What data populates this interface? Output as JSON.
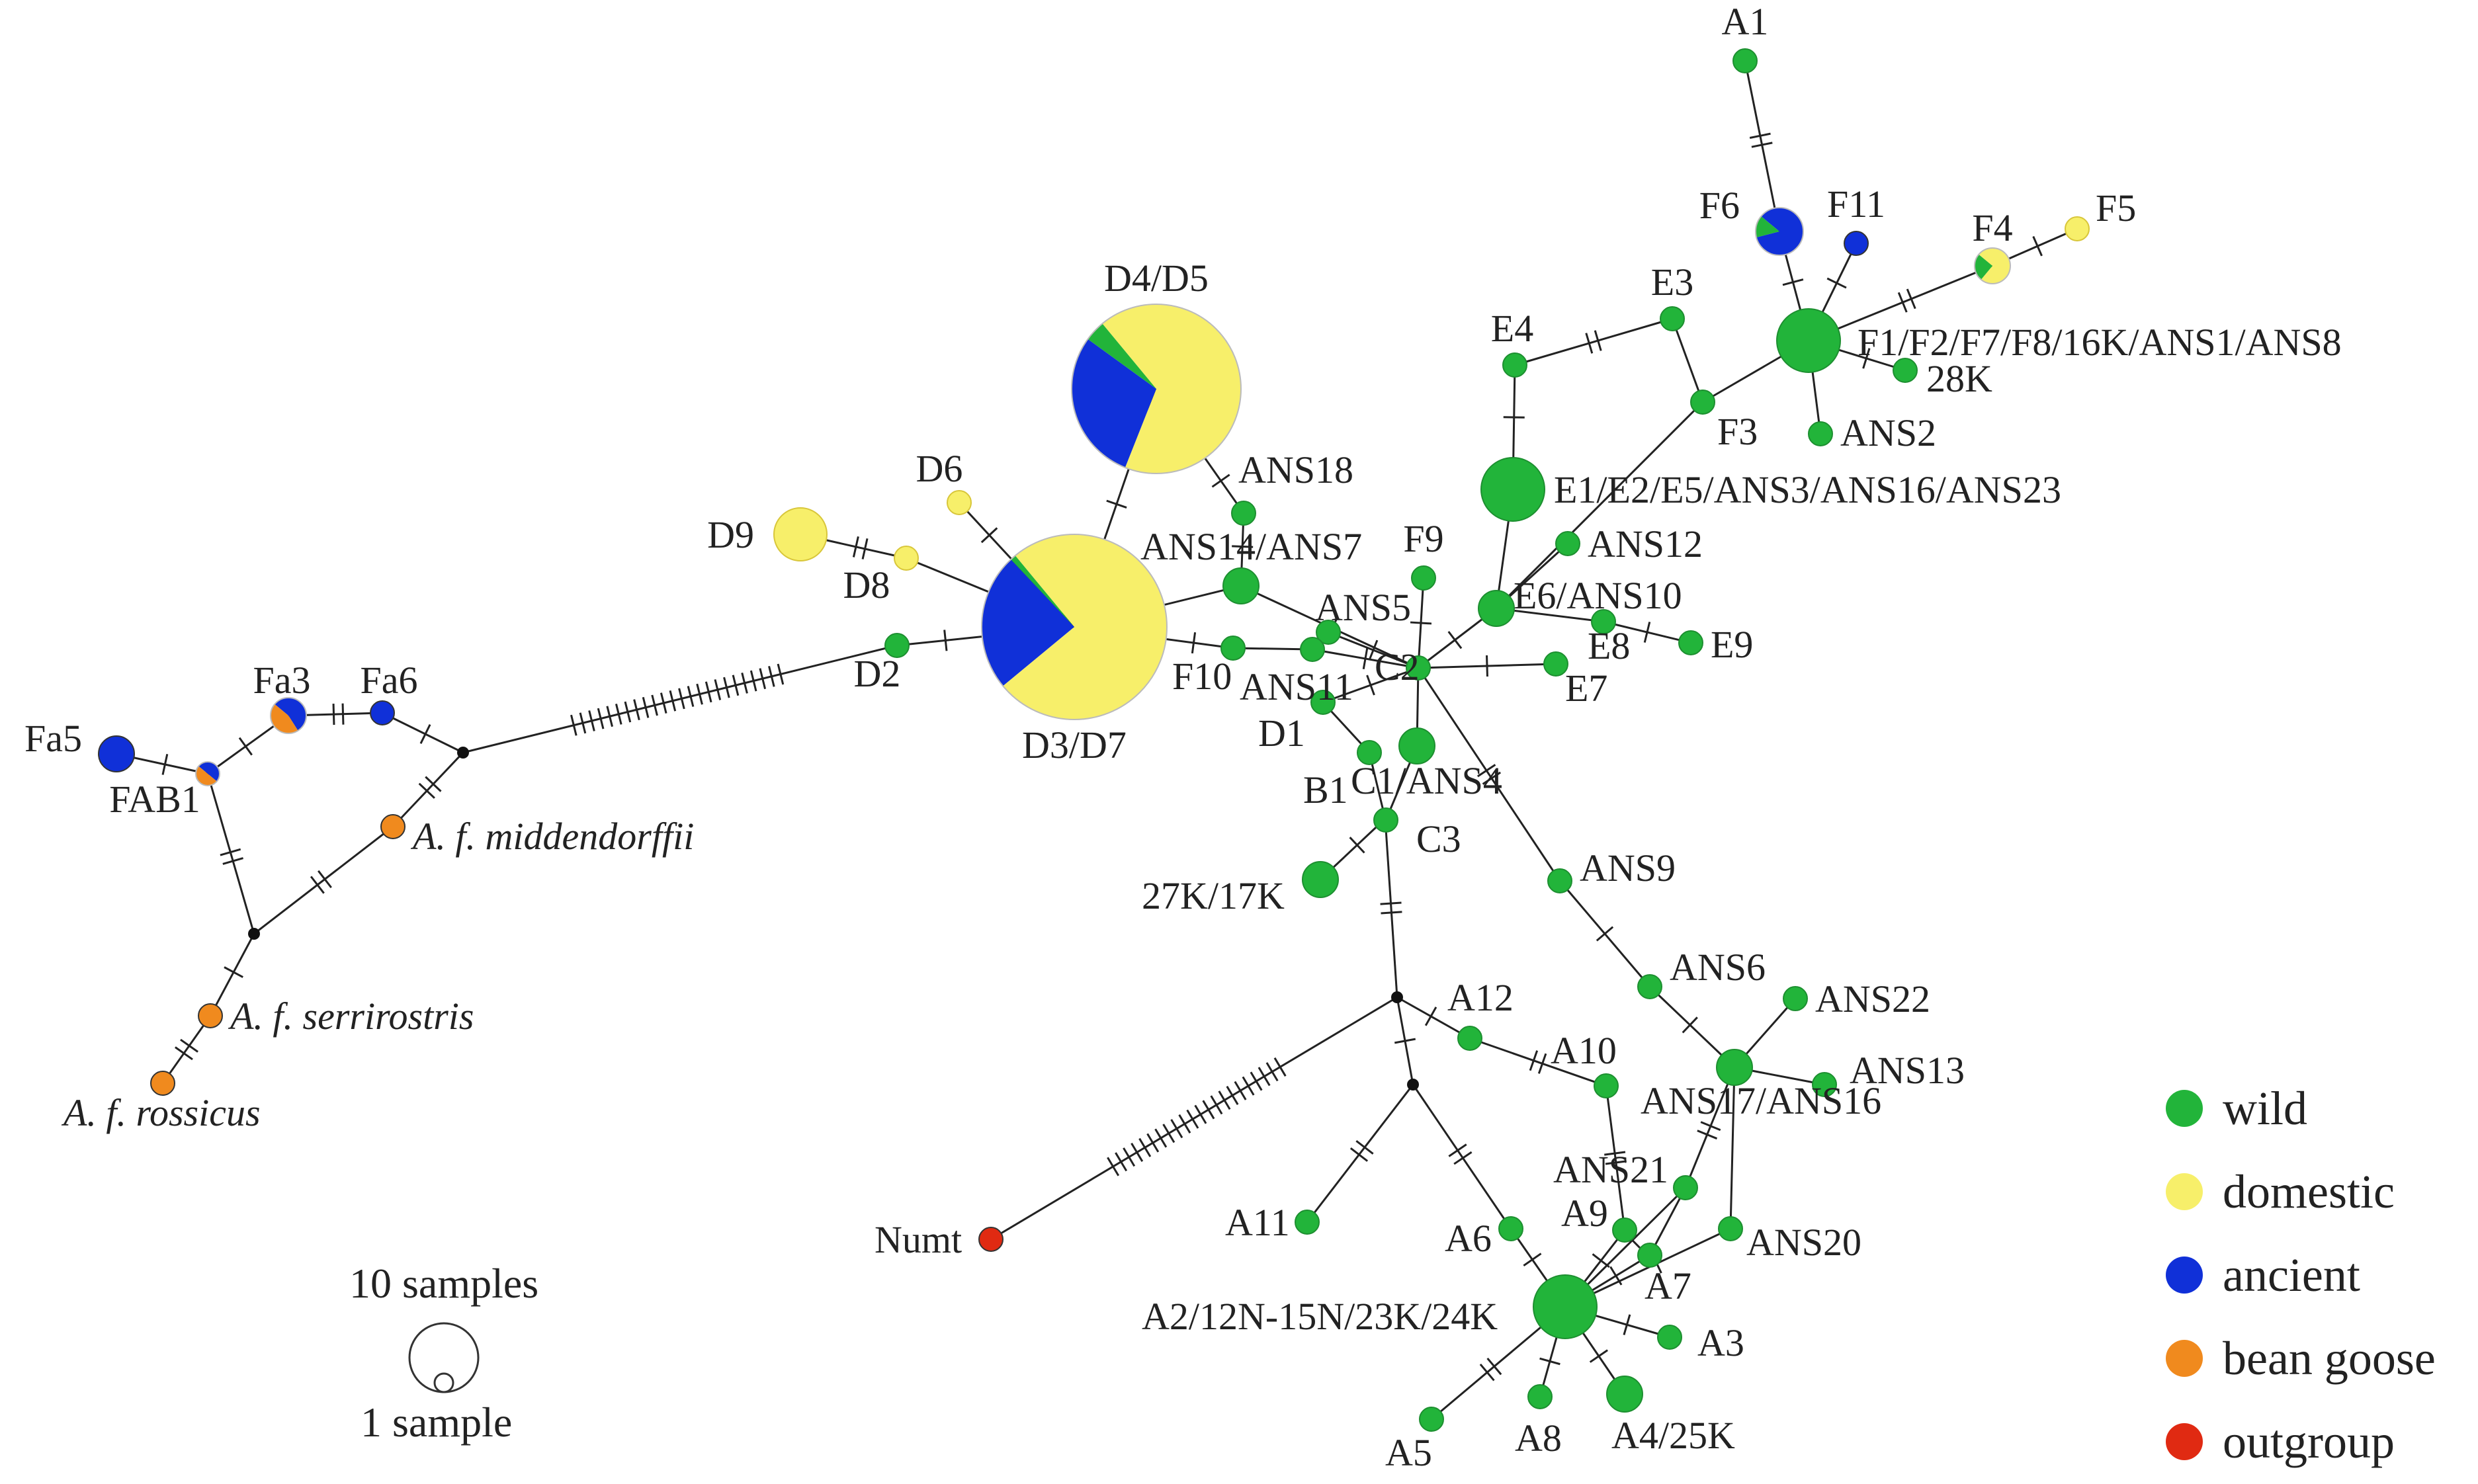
{
  "colors": {
    "wild": "#22b43a",
    "domestic": "#f7ef6a",
    "ancient": "#1030d8",
    "bean_goose": "#f08a1e",
    "outgroup": "#e02a12",
    "median": "#111111",
    "wild_stroke": "#1d8f30",
    "domestic_stroke": "#d8c63a"
  },
  "legend": {
    "items": [
      {
        "key": "wild",
        "label": "wild"
      },
      {
        "key": "domestic",
        "label": "domestic"
      },
      {
        "key": "ancient",
        "label": "ancient"
      },
      {
        "key": "bean_goose",
        "label": "bean goose"
      },
      {
        "key": "outgroup",
        "label": "outgroup"
      }
    ]
  },
  "scale": {
    "large_label": "10 samples",
    "small_label": "1 sample"
  },
  "haplotypes": [
    {
      "id": "A1",
      "label": "A1",
      "samples": 1,
      "composition": {
        "wild": 1
      }
    },
    {
      "id": "F6",
      "label": "F6",
      "samples": 3,
      "composition": {
        "ancient": 0.85,
        "wild": 0.15
      }
    },
    {
      "id": "F11",
      "label": "F11",
      "samples": 1,
      "composition": {
        "ancient": 1
      }
    },
    {
      "id": "F4",
      "label": "F4",
      "samples": 2,
      "composition": {
        "domestic": 0.75,
        "wild": 0.25
      }
    },
    {
      "id": "F5",
      "label": "F5",
      "samples": 1,
      "composition": {
        "domestic": 1
      }
    },
    {
      "id": "F1",
      "label": "F1/F2/F7/F8/16K/ANS1/ANS8",
      "samples": 6,
      "composition": {
        "wild": 1
      }
    },
    {
      "id": "28K",
      "label": "28K",
      "samples": 1,
      "composition": {
        "wild": 1
      }
    },
    {
      "id": "ANS2",
      "label": "ANS2",
      "samples": 1,
      "composition": {
        "wild": 1
      }
    },
    {
      "id": "E3",
      "label": "E3",
      "samples": 1,
      "composition": {
        "wild": 1
      }
    },
    {
      "id": "E4",
      "label": "E4",
      "samples": 1,
      "composition": {
        "wild": 1
      }
    },
    {
      "id": "F3",
      "label": "F3",
      "samples": 1,
      "composition": {
        "wild": 1
      }
    },
    {
      "id": "E1",
      "label": "E1/E2/E5/ANS3/ANS16/ANS23",
      "samples": 6,
      "composition": {
        "wild": 1
      }
    },
    {
      "id": "ANS12",
      "label": "ANS12",
      "samples": 1,
      "composition": {
        "wild": 1
      }
    },
    {
      "id": "E6",
      "label": "E6/ANS10",
      "samples": 2,
      "composition": {
        "wild": 1
      }
    },
    {
      "id": "E8",
      "label": "E8",
      "samples": 1,
      "composition": {
        "wild": 1
      }
    },
    {
      "id": "E9",
      "label": "E9",
      "samples": 1,
      "composition": {
        "wild": 1
      }
    },
    {
      "id": "E7",
      "label": "E7",
      "samples": 1,
      "composition": {
        "wild": 1
      }
    },
    {
      "id": "C2",
      "label": "C2",
      "samples": 1,
      "composition": {
        "wild": 1
      }
    },
    {
      "id": "F9",
      "label": "F9",
      "samples": 1,
      "composition": {
        "wild": 1
      }
    },
    {
      "id": "C1",
      "label": "C1/ANS4",
      "samples": 2,
      "composition": {
        "wild": 1
      }
    },
    {
      "id": "ANS5",
      "label": "ANS5",
      "samples": 1,
      "composition": {
        "wild": 1
      }
    },
    {
      "id": "ANS11",
      "label": "ANS11",
      "samples": 1,
      "composition": {
        "wild": 1
      }
    },
    {
      "id": "ANS14",
      "label": "ANS14/ANS7",
      "samples": 2,
      "composition": {
        "wild": 1
      }
    },
    {
      "id": "ANS18",
      "label": "ANS18",
      "samples": 1,
      "composition": {
        "wild": 1
      }
    },
    {
      "id": "F10",
      "label": "F10",
      "samples": 1,
      "composition": {
        "wild": 1
      }
    },
    {
      "id": "D1",
      "label": "D1",
      "samples": 1,
      "composition": {
        "wild": 1
      }
    },
    {
      "id": "B1",
      "label": "B1",
      "samples": 1,
      "composition": {
        "wild": 1
      }
    },
    {
      "id": "C3",
      "label": "C3",
      "samples": 1,
      "composition": {
        "wild": 1
      }
    },
    {
      "id": "27K",
      "label": "27K/17K",
      "samples": 2,
      "composition": {
        "wild": 1
      }
    },
    {
      "id": "D4",
      "label": "D4/D5",
      "samples": 50,
      "composition": {
        "domestic": 0.67,
        "ancient": 0.29,
        "wild": 0.04
      }
    },
    {
      "id": "D3",
      "label": "D3/D7",
      "samples": 65,
      "composition": {
        "domestic": 0.75,
        "ancient": 0.24,
        "wild": 0.01
      }
    },
    {
      "id": "D6",
      "label": "D6",
      "samples": 1,
      "composition": {
        "domestic": 1
      }
    },
    {
      "id": "D9",
      "label": "D9",
      "samples": 4,
      "composition": {
        "domestic": 1
      }
    },
    {
      "id": "D8",
      "label": "D8",
      "samples": 1,
      "composition": {
        "domestic": 1
      }
    },
    {
      "id": "D2",
      "label": "D2",
      "samples": 1,
      "composition": {
        "wild": 1
      }
    },
    {
      "id": "Fa3",
      "label": "Fa3",
      "samples": 2,
      "composition": {
        "ancient": 0.55,
        "bean_goose": 0.45
      }
    },
    {
      "id": "Fa6",
      "label": "Fa6",
      "samples": 1,
      "composition": {
        "ancient": 1
      }
    },
    {
      "id": "Fa5",
      "label": "Fa5",
      "samples": 2,
      "composition": {
        "ancient": 1
      }
    },
    {
      "id": "FAB1",
      "label": "FAB1",
      "samples": 1,
      "composition": {
        "ancient": 0.5,
        "bean_goose": 0.5
      }
    },
    {
      "id": "Mid",
      "label": "A. f. middendorffii",
      "italic": true,
      "samples": 1,
      "composition": {
        "bean_goose": 1
      }
    },
    {
      "id": "Ser",
      "label": "A. f. serrirostris",
      "italic": true,
      "samples": 1,
      "composition": {
        "bean_goose": 1
      }
    },
    {
      "id": "Ros",
      "label": "A. f. rossicus",
      "italic": true,
      "samples": 1,
      "composition": {
        "bean_goose": 1
      }
    },
    {
      "id": "ANS9",
      "label": "ANS9",
      "samples": 1,
      "composition": {
        "wild": 1
      }
    },
    {
      "id": "ANS6",
      "label": "ANS6",
      "samples": 1,
      "composition": {
        "wild": 1
      }
    },
    {
      "id": "ANS17",
      "label": "ANS17/ANS16",
      "samples": 2,
      "composition": {
        "wild": 1
      }
    },
    {
      "id": "ANS22",
      "label": "ANS22",
      "samples": 1,
      "composition": {
        "wild": 1
      }
    },
    {
      "id": "ANS13",
      "label": "ANS13",
      "samples": 1,
      "composition": {
        "wild": 1
      }
    },
    {
      "id": "ANS21",
      "label": "ANS21",
      "samples": 1,
      "composition": {
        "wild": 1
      }
    },
    {
      "id": "ANS20",
      "label": "ANS20",
      "samples": 1,
      "composition": {
        "wild": 1
      }
    },
    {
      "id": "A12",
      "label": "A12",
      "samples": 1,
      "composition": {
        "wild": 1
      }
    },
    {
      "id": "A10",
      "label": "A10",
      "samples": 1,
      "composition": {
        "wild": 1
      }
    },
    {
      "id": "A11",
      "label": "A11",
      "samples": 1,
      "composition": {
        "wild": 1
      }
    },
    {
      "id": "A6",
      "label": "A6",
      "samples": 1,
      "composition": {
        "wild": 1
      }
    },
    {
      "id": "A9",
      "label": "A9",
      "samples": 1,
      "composition": {
        "wild": 1
      }
    },
    {
      "id": "A7",
      "label": "A7",
      "samples": 1,
      "composition": {
        "wild": 1
      }
    },
    {
      "id": "A2",
      "label": "A2/12N-15N/23K/24K",
      "samples": 6,
      "composition": {
        "wild": 1
      }
    },
    {
      "id": "A3",
      "label": "A3",
      "samples": 1,
      "composition": {
        "wild": 1
      }
    },
    {
      "id": "A4",
      "label": "A4/25K",
      "samples": 2,
      "composition": {
        "wild": 1
      }
    },
    {
      "id": "A8",
      "label": "A8",
      "samples": 1,
      "composition": {
        "wild": 1
      }
    },
    {
      "id": "A5",
      "label": "A5",
      "samples": 1,
      "composition": {
        "wild": 1
      }
    },
    {
      "id": "Numt",
      "label": "Numt",
      "samples": 1,
      "composition": {
        "outgroup": 1
      }
    }
  ],
  "median_vectors": [
    "m1",
    "m2",
    "m3",
    "m4",
    "m5"
  ],
  "edges": [
    {
      "from": "A1",
      "to": "F6",
      "mutations": 2
    },
    {
      "from": "F6",
      "to": "F1",
      "mutations": 1
    },
    {
      "from": "F11",
      "to": "F1",
      "mutations": 1
    },
    {
      "from": "F1",
      "to": "F4",
      "mutations": 2
    },
    {
      "from": "F4",
      "to": "F5",
      "mutations": 1
    },
    {
      "from": "F1",
      "to": "28K",
      "mutations": 1
    },
    {
      "from": "F1",
      "to": "ANS2",
      "mutations": 0
    },
    {
      "from": "F1",
      "to": "F3",
      "mutations": 0
    },
    {
      "from": "F3",
      "to": "E3",
      "mutations": 0
    },
    {
      "from": "E3",
      "to": "E4",
      "mutations": 2
    },
    {
      "from": "E4",
      "to": "E1",
      "mutations": 1
    },
    {
      "from": "F3",
      "to": "E6",
      "mutations": 0
    },
    {
      "from": "E1",
      "to": "E6",
      "mutations": 0
    },
    {
      "from": "E6",
      "to": "ANS12",
      "mutations": 0
    },
    {
      "from": "E6",
      "to": "E8",
      "mutations": 0
    },
    {
      "from": "E8",
      "to": "E9",
      "mutations": 1
    },
    {
      "from": "E6",
      "to": "C2",
      "mutations": 1
    },
    {
      "from": "C2",
      "to": "E7",
      "mutations": 1
    },
    {
      "from": "C2",
      "to": "F9",
      "mutations": 1
    },
    {
      "from": "C2",
      "to": "ANS5",
      "mutations": 1
    },
    {
      "from": "C2",
      "to": "ANS14",
      "mutations": 1
    },
    {
      "from": "C2",
      "to": "ANS11",
      "mutations": 1
    },
    {
      "from": "C2",
      "to": "C1",
      "mutations": 0
    },
    {
      "from": "C2",
      "to": "D1",
      "mutations": 1
    },
    {
      "from": "C2",
      "to": "ANS9",
      "mutations": 2
    },
    {
      "from": "D3",
      "to": "ANS14",
      "mutations": 0
    },
    {
      "from": "ANS14",
      "to": "ANS18",
      "mutations": 1
    },
    {
      "from": "ANS18",
      "to": "D4",
      "mutations": 1
    },
    {
      "from": "D3",
      "to": "D4",
      "mutations": 1
    },
    {
      "from": "D3",
      "to": "F10",
      "mutations": 1
    },
    {
      "from": "F10",
      "to": "ANS11",
      "mutations": 0
    },
    {
      "from": "D3",
      "to": "D6",
      "mutations": 1
    },
    {
      "from": "D3",
      "to": "D8",
      "mutations": 0
    },
    {
      "from": "D8",
      "to": "D9",
      "mutations": 2
    },
    {
      "from": "D3",
      "to": "D2",
      "mutations": 1
    },
    {
      "from": "D1",
      "to": "B1",
      "mutations": 0
    },
    {
      "from": "C1",
      "to": "C3",
      "mutations": 0
    },
    {
      "from": "B1",
      "to": "m1",
      "mutations": 0
    },
    {
      "from": "C3",
      "to": "m1",
      "mutations": 1
    },
    {
      "from": "m1",
      "to": "27K",
      "mutations": 1
    },
    {
      "from": "m1",
      "to": "m2",
      "mutations": 2
    },
    {
      "from": "D2",
      "to": "m3",
      "mutations": 24
    },
    {
      "from": "m3",
      "to": "Fa6",
      "mutations": 1
    },
    {
      "from": "m3",
      "to": "Mid",
      "mutations": 2
    },
    {
      "from": "Fa6",
      "to": "Fa3",
      "mutations": 2
    },
    {
      "from": "Fa3",
      "to": "FAB1",
      "mutations": 1
    },
    {
      "from": "FAB1",
      "to": "Fa5",
      "mutations": 1
    },
    {
      "from": "FAB1",
      "to": "m4",
      "mutations": 2
    },
    {
      "from": "m4",
      "to": "Mid",
      "mutations": 2
    },
    {
      "from": "m4",
      "to": "Ser",
      "mutations": 1
    },
    {
      "from": "Ser",
      "to": "Ros",
      "mutations": 2
    },
    {
      "from": "ANS9",
      "to": "ANS6",
      "mutations": 1
    },
    {
      "from": "ANS6",
      "to": "ANS17",
      "mutations": 1
    },
    {
      "from": "ANS17",
      "to": "ANS22",
      "mutations": 0
    },
    {
      "from": "ANS17",
      "to": "ANS13",
      "mutations": 0
    },
    {
      "from": "ANS17",
      "to": "ANS21",
      "mutations": 2
    },
    {
      "from": "ANS21",
      "to": "A7",
      "mutations": 0
    },
    {
      "from": "ANS17",
      "to": "ANS20",
      "mutations": 0
    },
    {
      "from": "m2",
      "to": "A12",
      "mutations": 1
    },
    {
      "from": "A12",
      "to": "A10",
      "mutations": 2
    },
    {
      "from": "A10",
      "to": "A9",
      "mutations": 2
    },
    {
      "from": "m2",
      "to": "m5",
      "mutations": 1
    },
    {
      "from": "m5",
      "to": "A11",
      "mutations": 2
    },
    {
      "from": "m5",
      "to": "A6",
      "mutations": 2
    },
    {
      "from": "A6",
      "to": "A2",
      "mutations": 1
    },
    {
      "from": "m2",
      "to": "Numt",
      "mutations": 22
    },
    {
      "from": "A9",
      "to": "A2",
      "mutations": 1
    },
    {
      "from": "A7",
      "to": "A2",
      "mutations": 1
    },
    {
      "from": "ANS20",
      "to": "A2",
      "mutations": 1
    },
    {
      "from": "ANS21",
      "to": "A2",
      "mutations": 1
    },
    {
      "from": "A2",
      "to": "A3",
      "mutations": 1
    },
    {
      "from": "A2",
      "to": "A4",
      "mutations": 1
    },
    {
      "from": "A2",
      "to": "A8",
      "mutations": 1
    },
    {
      "from": "A2",
      "to": "A5",
      "mutations": 2
    }
  ]
}
